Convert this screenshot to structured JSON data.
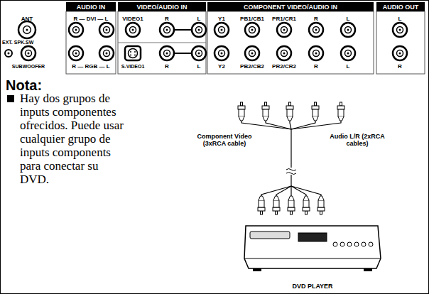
{
  "diagram": {
    "nodes": [
      {
        "text": [
          "AUDIO IN"
        ]
      },
      {
        "text": [
          "VIDEO/AUDIO IN"
        ]
      },
      {
        "text": [
          "COMPONENT VIDEO/AUDIO IN"
        ]
      },
      {
        "text": [
          "AUDIO OUT"
        ]
      },
      {
        "text": [
          "DVD PLAYER"
        ]
      }
    ],
    "labels": [
      "ANT",
      "R — DVI — L",
      "VIDEO1",
      "R",
      "L",
      "Y1",
      "PB1/CB1",
      "PR1/CR1",
      "R",
      "L",
      "L",
      "EXT. SPK.SW",
      "SUBWOOFER",
      "R — RGB — L",
      "S-VIDEO1",
      "R",
      "L",
      "Y2",
      "PB2/CB2",
      "PR2/CR2",
      "R",
      "L",
      "R",
      "Nota:",
      "Hay dos grupos de inputs componentes ofrecidos. Puede usar cualquier grupo de inputs components para conectar su DVD.",
      "Component Video (3xRCA cable)",
      "Audio L/R (2xRCA cables)"
    ]
  }
}
